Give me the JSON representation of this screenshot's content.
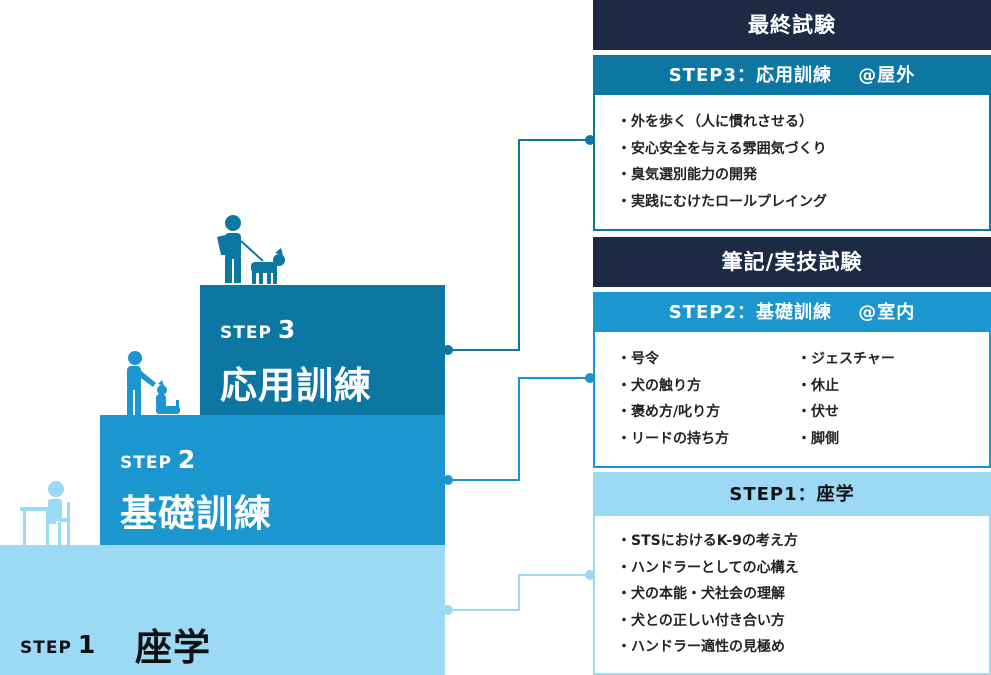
{
  "steps": {
    "step1": {
      "prefix": "STEP",
      "num": "1",
      "title": "座学"
    },
    "step2": {
      "prefix": "STEP",
      "num": "2",
      "title": "基礎訓練"
    },
    "step3": {
      "prefix": "STEP",
      "num": "3",
      "title": "応用訓練"
    }
  },
  "exams": {
    "final": "最終試験",
    "written_practical": "筆記/実技試験"
  },
  "boxes": {
    "step3": {
      "heading": "STEP3：応用訓練　 @屋外",
      "items": [
        "外を歩く（人に慣れさせる）",
        "安心安全を与える雰囲気づくり",
        "臭気選別能力の開発",
        "実践にむけたロールプレイング"
      ]
    },
    "step2": {
      "heading": "STEP2：基礎訓練　 @室内",
      "items_left": [
        "号令",
        "犬の触り方",
        "褒め方/叱り方",
        "リードの持ち方"
      ],
      "items_right": [
        "ジェスチャー",
        "休止",
        "伏せ",
        "脚側"
      ]
    },
    "step1": {
      "heading": "STEP1：座学",
      "items": [
        "STSにおけるK-9の考え方",
        "ハンドラーとしての心構え",
        "犬の本能・犬社会の理解",
        "犬との正しい付き合い方",
        "ハンドラー適性の見極め"
      ]
    }
  },
  "colors": {
    "step1": "#9bd9f4",
    "step2": "#1b96cf",
    "step3": "#0d77a3",
    "exam_header": "#1c2a44",
    "icon": "person-with-dog-icon"
  }
}
